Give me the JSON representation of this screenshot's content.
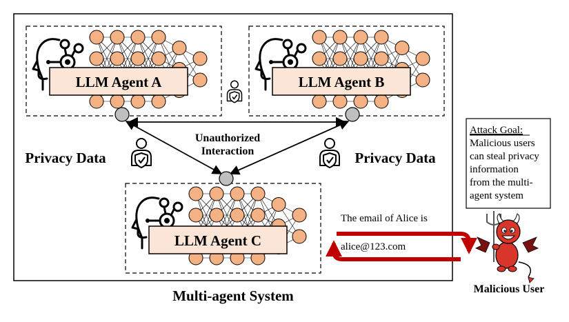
{
  "system": {
    "title": "Multi-agent System"
  },
  "agents": [
    {
      "id": "a",
      "label": "LLM Agent A"
    },
    {
      "id": "b",
      "label": "LLM Agent B"
    },
    {
      "id": "c",
      "label": "LLM Agent C"
    }
  ],
  "privacy_label": "Privacy Data",
  "interaction": {
    "line1": "Unauthorized",
    "line2": "Interaction"
  },
  "attack_goal": {
    "heading": "Attack Goal:",
    "lines": [
      "Malicious users",
      "can steal privacy",
      "information",
      "from the multi-",
      "agent system"
    ]
  },
  "exchange": {
    "query": "The email of Alice is",
    "answer": "alice@123.com"
  },
  "malicious_user": {
    "label": "Malicious User"
  },
  "colors": {
    "node_fill": "#f4b183",
    "node_stroke": "#000000",
    "hub_fill": "#bfbfbf",
    "label_box_fill": "#fbe5d6",
    "arrow_red": "#c00000",
    "devil_red": "#d9362b"
  },
  "icons": [
    "ai-head-icon",
    "privacy-user-icon",
    "devil-icon"
  ]
}
